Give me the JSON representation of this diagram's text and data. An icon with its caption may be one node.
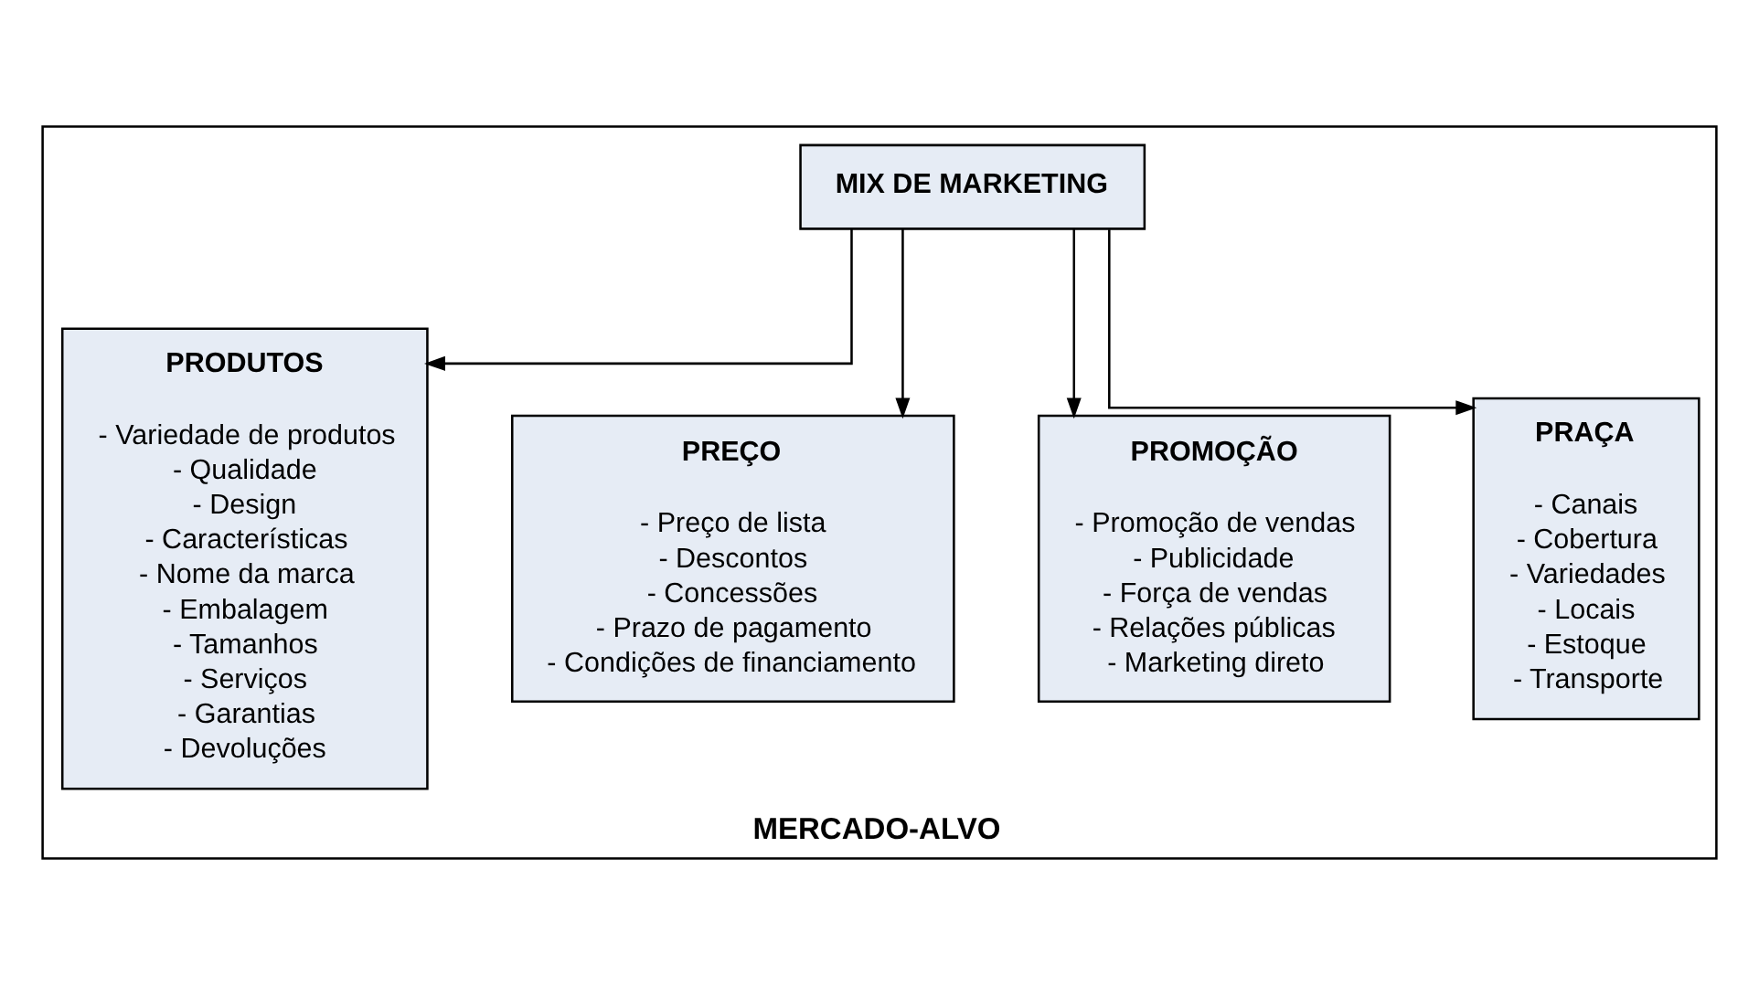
{
  "diagram": {
    "nodes": [
      {
        "text": [
          "MERCADO-ALVO"
        ]
      },
      {
        "text": [
          "MIX DE MARKETING"
        ],
        "in": 0
      },
      {
        "text": [
          "PRODUTOS",
          "- Variedade de produtos",
          "- Qualidade",
          "- Design",
          "- Características",
          "- Nome da marca",
          "- Embalagem",
          "- Tamanhos",
          "- Serviços",
          "- Garantias",
          "- Devoluções"
        ],
        "in": 0
      },
      {
        "text": [
          "PREÇO",
          "- Preço de lista",
          "- Descontos",
          "- Concessões",
          "- Prazo de pagamento",
          "- Condições de financiamento"
        ],
        "in": 0
      },
      {
        "text": [
          "PROMOÇÃO",
          "- Promoção de vendas",
          "- Publicidade",
          "- Força de vendas",
          "- Relações públicas",
          "- Marketing direto"
        ],
        "in": 0
      },
      {
        "text": [
          "PRAÇA",
          "- Canais",
          "- Cobertura",
          "- Variedades",
          "- Locais",
          "- Estoque",
          "- Transporte"
        ],
        "in": 0
      }
    ],
    "edges": [
      {
        "from": 1,
        "to": 2,
        "arrow": "to"
      },
      {
        "from": 1,
        "to": 3,
        "arrow": "to"
      },
      {
        "from": 1,
        "to": 4,
        "arrow": "to"
      },
      {
        "from": 1,
        "to": 5,
        "arrow": "to"
      }
    ]
  }
}
